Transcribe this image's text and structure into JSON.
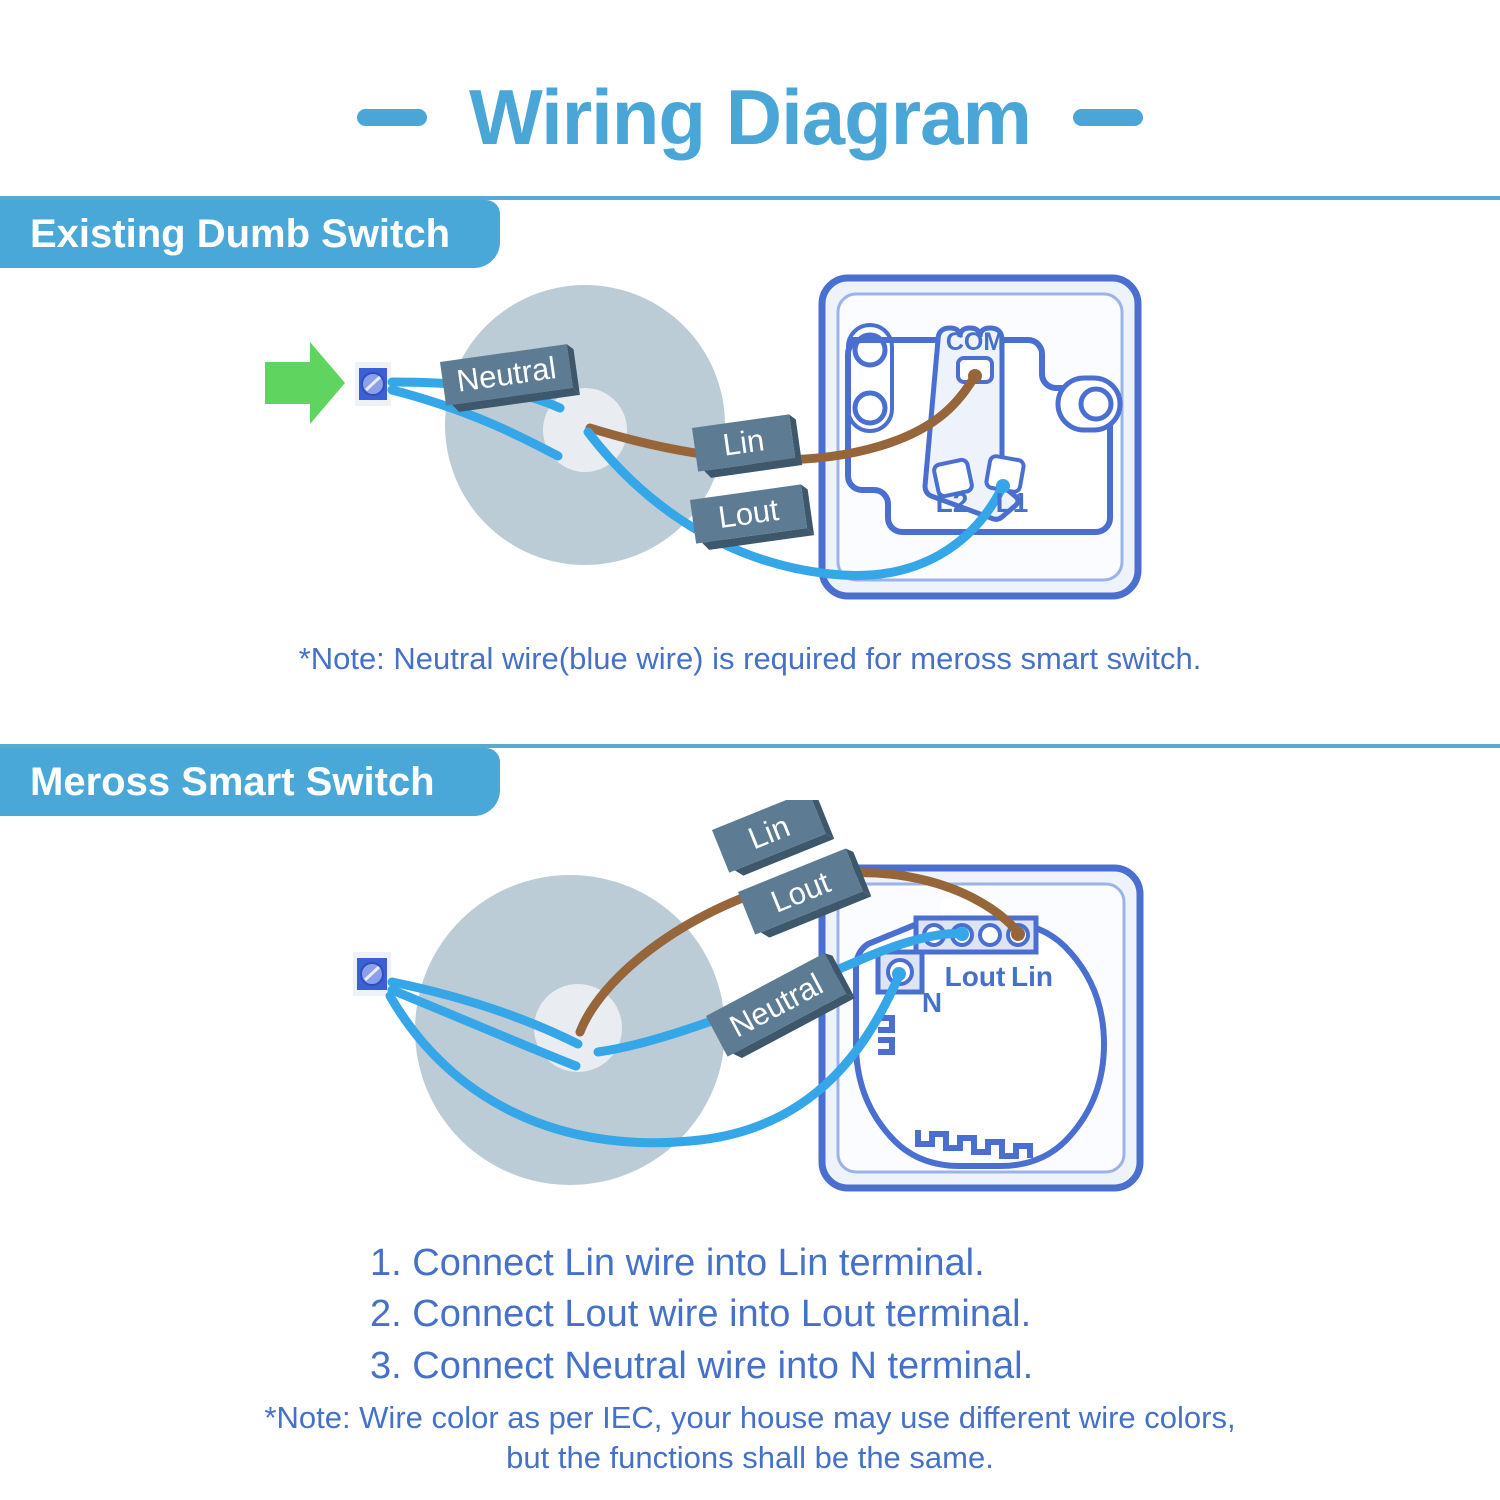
{
  "title": {
    "text": "Wiring Diagram",
    "accent_color": "#4aa6d6"
  },
  "sections": [
    {
      "id": "existing-dumb-switch",
      "banner_label": "Existing Dumb Switch",
      "note": "*Note: Neutral wire(blue wire) is required for meross smart switch.",
      "wire_labels": [
        "Neutral",
        "Lin",
        "Lout"
      ],
      "terminal_labels": [
        "COM",
        "L2",
        "L1"
      ],
      "connections": [
        {
          "wire": "Lin",
          "color": "brown",
          "terminal": "COM"
        },
        {
          "wire": "Lout",
          "color": "blue",
          "terminal": "L1"
        }
      ]
    },
    {
      "id": "meross-smart-switch",
      "banner_label": "Meross Smart Switch",
      "wire_labels": [
        "Lin",
        "Lout",
        "Neutral"
      ],
      "terminal_labels": [
        "Lout",
        "Lin",
        "N"
      ],
      "steps": [
        "1. Connect Lin wire into Lin terminal.",
        "2. Connect Lout wire into Lout terminal.",
        "3. Connect Neutral wire into N terminal."
      ],
      "note_lines": [
        "*Note: Wire color as per IEC, your house may use different wire colors,",
        "but the functions shall be the same."
      ]
    }
  ],
  "colors": {
    "banner_blue": "#4aa8d8",
    "divider_blue": "#5aa9cf",
    "text_blue": "#4571c9",
    "outline_blue": "#4a6fd0",
    "wire_blue": "#35a7e8",
    "wire_brown": "#96663a",
    "wall_gray": "#bcccd6",
    "hole_gray": "#e8ebef",
    "tag_gray": "#5d7c93",
    "arrow_green": "#58d койка"
  },
  "icons": {
    "arrow": "green-right-arrow",
    "terminal": "screw-terminal"
  }
}
